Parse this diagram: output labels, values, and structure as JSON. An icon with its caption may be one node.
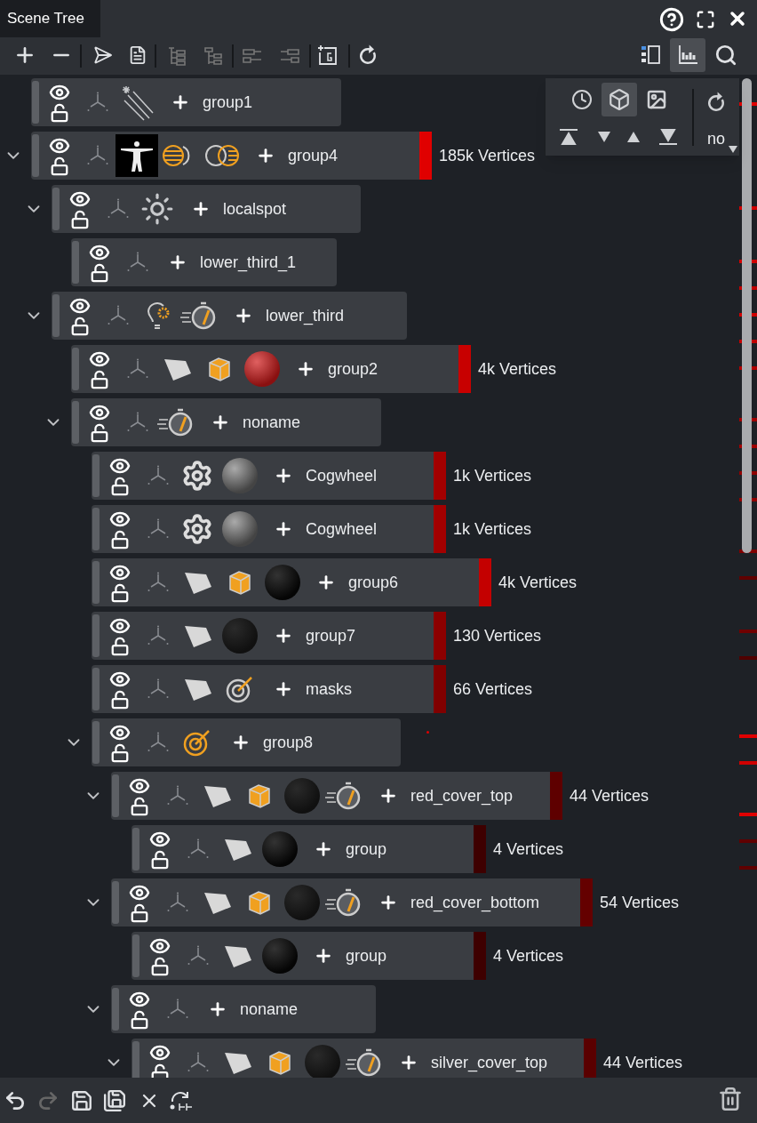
{
  "diagram": {
    "title": "Scene Tree",
    "nodes": [
      {
        "text": [
          "group1"
        ]
      },
      {
        "text": [
          "group4"
        ],
        "beside": [
          "185k Vertices"
        ]
      },
      {
        "text": [
          "localspot"
        ]
      },
      {
        "text": [
          "lower_third_1"
        ]
      },
      {
        "text": [
          "lower_third"
        ]
      },
      {
        "text": [
          "group2"
        ],
        "beside": [
          "4k Vertices"
        ]
      },
      {
        "text": [
          "noname"
        ]
      },
      {
        "text": [
          "Cogwheel"
        ],
        "beside": [
          "1k Vertices"
        ]
      },
      {
        "text": [
          "Cogwheel"
        ],
        "beside": [
          "1k Vertices"
        ]
      },
      {
        "text": [
          "group6"
        ],
        "beside": [
          "4k Vertices"
        ]
      },
      {
        "text": [
          "group7"
        ],
        "beside": [
          "130 Vertices"
        ]
      },
      {
        "text": [
          "masks"
        ],
        "beside": [
          "66 Vertices"
        ]
      },
      {
        "text": [
          "group8"
        ]
      },
      {
        "text": [
          "red_cover_top"
        ],
        "beside": [
          "44 Vertices"
        ]
      },
      {
        "text": [
          "group"
        ],
        "beside": [
          "4 Vertices"
        ]
      },
      {
        "text": [
          "red_cover_bottom"
        ],
        "beside": [
          "54 Vertices"
        ]
      },
      {
        "text": [
          "group"
        ],
        "beside": [
          "4 Vertices"
        ]
      },
      {
        "text": [
          "noname"
        ]
      },
      {
        "text": [
          "silver_cover_top"
        ],
        "beside": [
          "44 Vertices"
        ]
      }
    ],
    "labels": [
      "no"
    ]
  }
}
